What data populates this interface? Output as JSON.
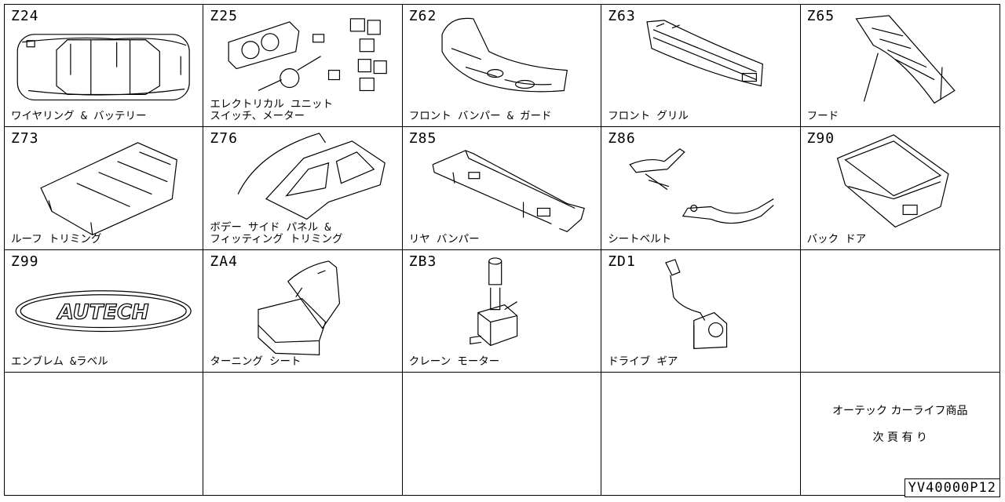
{
  "cells": [
    {
      "code": "Z24",
      "label": "ワイヤリング & バッテリー",
      "icon": "car-wiring-diagram"
    },
    {
      "code": "Z25",
      "label": "エレクトリカル ユニット\nスイッチ、メーター",
      "icon": "electrical-unit-parts"
    },
    {
      "code": "Z62",
      "label": "フロント バンパー & ガード",
      "icon": "front-bumper"
    },
    {
      "code": "Z63",
      "label": "フロント グリル",
      "icon": "front-grille"
    },
    {
      "code": "Z65",
      "label": "フード",
      "icon": "hood"
    },
    {
      "code": "Z73",
      "label": "ルーフ トリミング",
      "icon": "roof-trim"
    },
    {
      "code": "Z76",
      "label": "ボデー サイド パネル &\nフィッティング トリミング",
      "icon": "body-side-panel"
    },
    {
      "code": "Z85",
      "label": "リヤ バンパー",
      "icon": "rear-bumper"
    },
    {
      "code": "Z86",
      "label": "シートベルト",
      "icon": "seat-belt"
    },
    {
      "code": "Z90",
      "label": "バック ドア",
      "icon": "back-door"
    },
    {
      "code": "Z99",
      "label": "エンブレム &ラベル",
      "icon": "emblem",
      "emblem_text": "AUTECH"
    },
    {
      "code": "ZA4",
      "label": "ターニング シート",
      "icon": "turning-seat"
    },
    {
      "code": "ZB3",
      "label": "クレーン モーター",
      "icon": "crane-motor"
    },
    {
      "code": "ZD1",
      "label": "ドライブ ギア",
      "icon": "drive-gear"
    }
  ],
  "note": {
    "line1": "オーテック カーライフ商品",
    "line2": "次 頁 有 り"
  },
  "page_id": "YV40000P12"
}
